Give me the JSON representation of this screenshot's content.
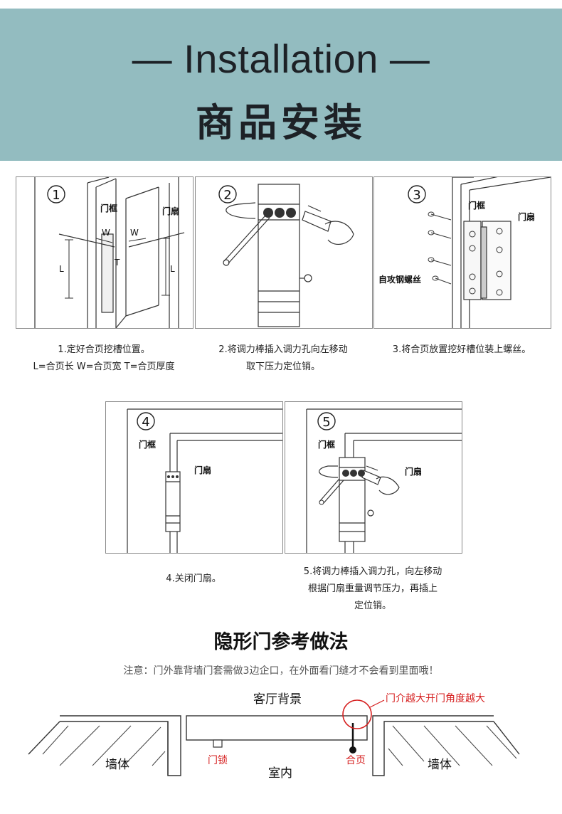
{
  "banner": {
    "title_en": "— Installation —",
    "title_cn": "商品安装",
    "bg_color": "#93bcc0"
  },
  "steps": [
    {
      "number": "1",
      "labels": {
        "frame": "门框",
        "leaf": "门扇",
        "w1": "W",
        "w2": "W",
        "l1": "L",
        "l2": "L",
        "t": "T"
      },
      "caption_lines": [
        "1.定好合页挖槽位置。",
        "L=合页长  W=合页宽  T=合页厚度"
      ]
    },
    {
      "number": "2",
      "caption_lines": [
        "2.将调力棒插入调力孔向左移动",
        "取下压力定位销。"
      ]
    },
    {
      "number": "3",
      "labels": {
        "frame": "门框",
        "leaf": "门扇",
        "screw": "自攻钢螺丝"
      },
      "caption_lines": [
        "3.将合页放置挖好槽位装上螺丝。"
      ]
    },
    {
      "number": "4",
      "labels": {
        "frame": "门框",
        "leaf": "门扇"
      },
      "caption_lines": [
        "4.关闭门扇。"
      ]
    },
    {
      "number": "5",
      "labels": {
        "frame": "门框",
        "leaf": "门扇"
      },
      "caption_lines": [
        "5.将调力棒插入调力孔，向左移动",
        "根据门扇重量调节压力，再插上",
        "定位销。"
      ]
    }
  ],
  "hidden_door": {
    "title": "隐形门参考做法",
    "note": "注意：门外靠背墙门套需做3边企口，在外面看门缝才不会看到里面哦！",
    "labels": {
      "living_bg": "客厅背景",
      "callout": "门介越大开门角度越大",
      "wall_left": "墙体",
      "wall_right": "墙体",
      "lock": "门锁",
      "indoor": "室内",
      "hinge": "合页"
    },
    "accent_color": "#d62020"
  }
}
